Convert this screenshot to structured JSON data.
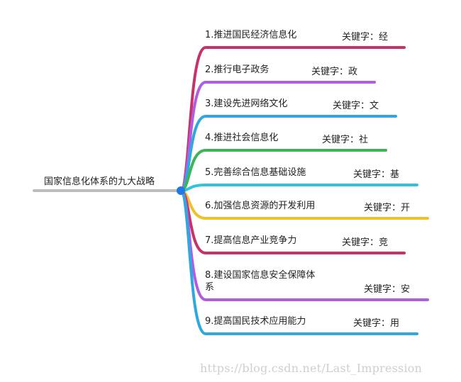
{
  "root": {
    "label": "国家信息化体系的九大战略",
    "line_color": "#bdbdbd",
    "node_color": "#1f7ae8"
  },
  "branches": [
    {
      "label": "1.推进国民经济信息化",
      "keyword": "关键字：经",
      "color": "#c8326a"
    },
    {
      "label": "2.推行电子政务",
      "keyword": "关键字：政",
      "color": "#b05de0"
    },
    {
      "label": "3.建设先进网络文化",
      "keyword": "关键字：文",
      "color": "#2fa8e0"
    },
    {
      "label": "4.推进社会信息化",
      "keyword": "关键字：社",
      "color": "#3cb55a"
    },
    {
      "label": "5.完善综合信息基础设施",
      "keyword": "关键字：基",
      "color": "#2fc4d8"
    },
    {
      "label": "6.加强信息资源的开发利用",
      "keyword": "关键字：开",
      "color": "#f0c22a"
    },
    {
      "label": "7.提高信息产业竞争力",
      "keyword": "关键字：竞",
      "color": "#c8326a"
    },
    {
      "label": "8.建设国家信息安全保障体",
      "label_line2": "系",
      "keyword": "关键字：安",
      "color": "#b05de0"
    },
    {
      "label": "9.提高国民技术应用能力",
      "keyword": "关键字：用",
      "color": "#2fa8e0"
    }
  ],
  "watermark": "https://blog.csdn.net/Last_Impression"
}
